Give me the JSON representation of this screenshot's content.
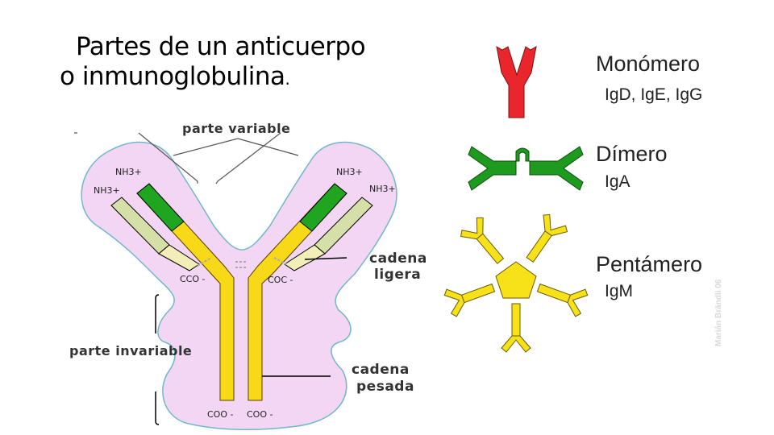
{
  "title": {
    "line1": "Partes  de un anticuerpo",
    "line2": "o inmunoglobulina",
    "dot": "."
  },
  "antibody_diagram": {
    "labels": {
      "variable_part": "parte variable",
      "invariable_part": "parte invariable",
      "light_chain_line1": "cadena",
      "light_chain_line2": "ligera",
      "heavy_chain_line1": "cadena",
      "heavy_chain_line2": "pesada"
    },
    "terminals": {
      "nh3_left_outer": "NH3+",
      "nh3_left_inner": "NH3+",
      "nh3_right_outer": "NH3+",
      "nh3_right_inner": "NH3+",
      "coo_left_light": "CCO -",
      "coo_right_light": "COC -",
      "coo_bottom_left": "COO -",
      "coo_bottom_right": "COO -"
    },
    "colors": {
      "background": "#f3d6f3",
      "outline": "#6fb8c8",
      "heavy": "#f7d917",
      "variable": "#1fa51f",
      "light_variable": "#d4e0a8",
      "light_constant": "#f3eeb8"
    }
  },
  "legend": {
    "items": [
      {
        "shape": "monomer-icon",
        "name": "Monómero",
        "types": "IgD, IgE, IgG",
        "color": "#e8262b"
      },
      {
        "shape": "dimer-icon",
        "name": "Dímero",
        "types": "IgA",
        "color": "#1e9a1e"
      },
      {
        "shape": "pentamer-icon",
        "name": "Pentámero",
        "types": "IgM",
        "color": "#f7e21a"
      }
    ]
  },
  "watermark": "Marián Brändli 06"
}
